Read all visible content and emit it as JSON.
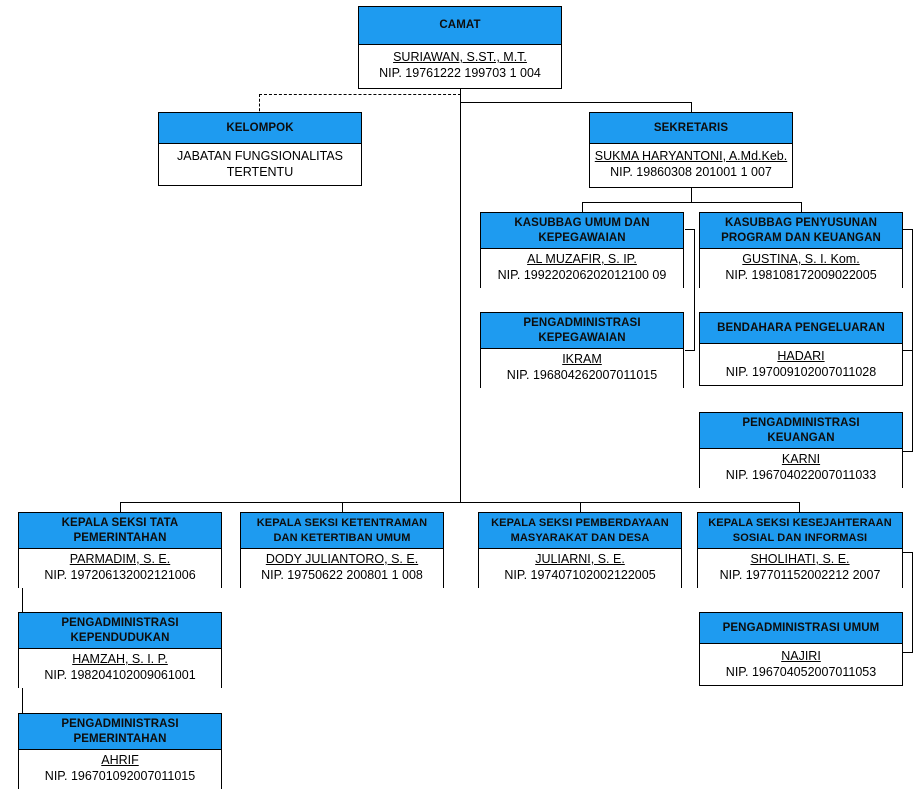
{
  "chart_data": {
    "type": "diagram",
    "title": "Struktur Organisasi Kecamatan",
    "diagram_kind": "organizational-chart",
    "accent_color": "#1E9BF0",
    "border_color": "#000000",
    "background_color": "#FFFFFF",
    "nodes": [
      {
        "id": "camat",
        "title": "CAMAT",
        "person": "SURIAWAN, S.ST., M.T.",
        "nip": "NIP. 19761222 199703 1 004",
        "level": 0
      },
      {
        "id": "kelompok",
        "title": "KELOMPOK",
        "person": "JABATAN FUNGSIONALITAS",
        "nip": "TERTENTU",
        "level": 1,
        "link": "dashed"
      },
      {
        "id": "sekretaris",
        "title": "SEKRETARIS",
        "person": "SUKMA HARYANTONI, A.Md.Keb.",
        "nip": "NIP. 19860308 201001 1 007",
        "level": 1
      },
      {
        "id": "kasubbag-umum",
        "title": "KASUBBAG UMUM DAN KEPEGAWAIAN",
        "person": "AL MUZAFIR, S. IP.",
        "nip": "NIP. 199220206202012100 09",
        "level": 2
      },
      {
        "id": "kasubbag-program",
        "title": "KASUBBAG PENYUSUNAN PROGRAM DAN KEUANGAN",
        "person": "GUSTINA, S. I. Kom.",
        "nip": "NIP. 198108172009022005",
        "level": 2
      },
      {
        "id": "peng-kepegawaian",
        "title": "PENGADMINISTRASI KEPEGAWAIAN",
        "person": "IKRAM",
        "nip": "NIP. 196804262007011015",
        "level": 3
      },
      {
        "id": "bendahara",
        "title": "BENDAHARA PENGELUARAN",
        "person": "HADARI",
        "nip": "NIP. 197009102007011028",
        "level": 3
      },
      {
        "id": "peng-keuangan",
        "title": "PENGADMINISTRASI KEUANGAN",
        "person": "KARNI",
        "nip": "NIP. 196704022007011033",
        "level": 3
      },
      {
        "id": "seksi-tata",
        "title": "KEPALA SEKSI TATA PEMERINTAHAN",
        "person": "PARMADIM, S. E.",
        "nip": "NIP. 197206132002121006",
        "level": 2
      },
      {
        "id": "seksi-trantib",
        "title": "KEPALA SEKSI KETENTRAMAN DAN KETERTIBAN UMUM",
        "person": "DODY JULIANTORO, S. E.",
        "nip": "NIP. 19750622 200801 1 008",
        "level": 2
      },
      {
        "id": "seksi-pmd",
        "title": "KEPALA SEKSI PEMBERDAYAAN MASYARAKAT DAN DESA",
        "person": "JULIARNI, S. E.",
        "nip": "NIP. 197407102002122005",
        "level": 2
      },
      {
        "id": "seksi-kesos",
        "title": "KEPALA SEKSI KESEJAHTERAAN SOSIAL DAN INFORMASI",
        "person": "SHOLIHATI, S. E.",
        "nip": "NIP. 197701152002212 2007",
        "level": 2
      },
      {
        "id": "peng-kependudukan",
        "title": "PENGADMINISTRASI KEPENDUDUKAN",
        "person": "HAMZAH, S. I. P.",
        "nip": "NIP. 198204102009061001",
        "level": 3
      },
      {
        "id": "peng-pemerintahan",
        "title": "PENGADMINISTRASI PEMERINTAHAN",
        "person": "AHRIF",
        "nip": "NIP. 196701092007011015",
        "level": 3
      },
      {
        "id": "peng-umum",
        "title": "PENGADMINISTRASI UMUM",
        "person": "NAJIRI",
        "nip": "NIP. 196704052007011053",
        "level": 3
      }
    ]
  },
  "camat": {
    "title": "CAMAT",
    "person": "SURIAWAN, S.ST., M.T.",
    "nip": "NIP. 19761222 199703 1 004"
  },
  "kelompok": {
    "title": "KELOMPOK",
    "line1": "JABATAN FUNGSIONALITAS",
    "line2": "TERTENTU"
  },
  "sekretaris": {
    "title": "SEKRETARIS",
    "person": "SUKMA HARYANTONI, A.Md.Keb.",
    "nip": "NIP. 19860308 201001 1 007"
  },
  "kasubbag_umum": {
    "title_line1": "KASUBBAG UMUM DAN",
    "title_line2": "KEPEGAWAIAN",
    "person": "AL MUZAFIR, S. IP.",
    "nip": "NIP. 199220206202012100 09"
  },
  "kasubbag_program": {
    "title_line1": "KASUBBAG PENYUSUNAN",
    "title_line2": "PROGRAM DAN KEUANGAN",
    "person": "GUSTINA, S. I. Kom.",
    "nip": "NIP. 198108172009022005"
  },
  "peng_kepegawaian": {
    "title_line1": "PENGADMINISTRASI",
    "title_line2": "KEPEGAWAIAN",
    "person": "IKRAM",
    "nip": "NIP. 196804262007011015"
  },
  "bendahara": {
    "title": "BENDAHARA PENGELUARAN",
    "person": "HADARI",
    "nip": "NIP. 197009102007011028"
  },
  "peng_keuangan": {
    "title_line1": "PENGADMINISTRASI",
    "title_line2": "KEUANGAN",
    "person": "KARNI",
    "nip": "NIP. 196704022007011033"
  },
  "seksi_tata": {
    "title_line1": "KEPALA SEKSI TATA",
    "title_line2": "PEMERINTAHAN",
    "person": "PARMADIM, S. E.",
    "nip": "NIP. 197206132002121006"
  },
  "seksi_trantib": {
    "title_line1": "KEPALA SEKSI KETENTRAMAN",
    "title_line2": "DAN KETERTIBAN UMUM",
    "person": "DODY JULIANTORO, S. E.",
    "nip": "NIP. 19750622 200801 1 008"
  },
  "seksi_pmd": {
    "title_line1": "KEPALA SEKSI PEMBERDAYAAN",
    "title_line2": "MASYARAKAT DAN DESA",
    "person": "JULIARNI, S. E.",
    "nip": "NIP. 197407102002122005"
  },
  "seksi_kesos": {
    "title_line1": "KEPALA SEKSI KESEJAHTERAAN",
    "title_line2": "SOSIAL DAN INFORMASI",
    "person": "SHOLIHATI, S. E.",
    "nip": "NIP. 197701152002212 2007"
  },
  "peng_kependudukan": {
    "title_line1": "PENGADMINISTRASI",
    "title_line2": "KEPENDUDUKAN",
    "person": "HAMZAH, S. I. P.",
    "nip": "NIP. 198204102009061001"
  },
  "peng_pemerintahan": {
    "title_line1": "PENGADMINISTRASI",
    "title_line2": "PEMERINTAHAN",
    "person": "AHRIF",
    "nip": "NIP. 196701092007011015"
  },
  "peng_umum": {
    "title": "PENGADMINISTRASI UMUM",
    "person": "NAJIRI",
    "nip": "NIP. 196704052007011053"
  }
}
